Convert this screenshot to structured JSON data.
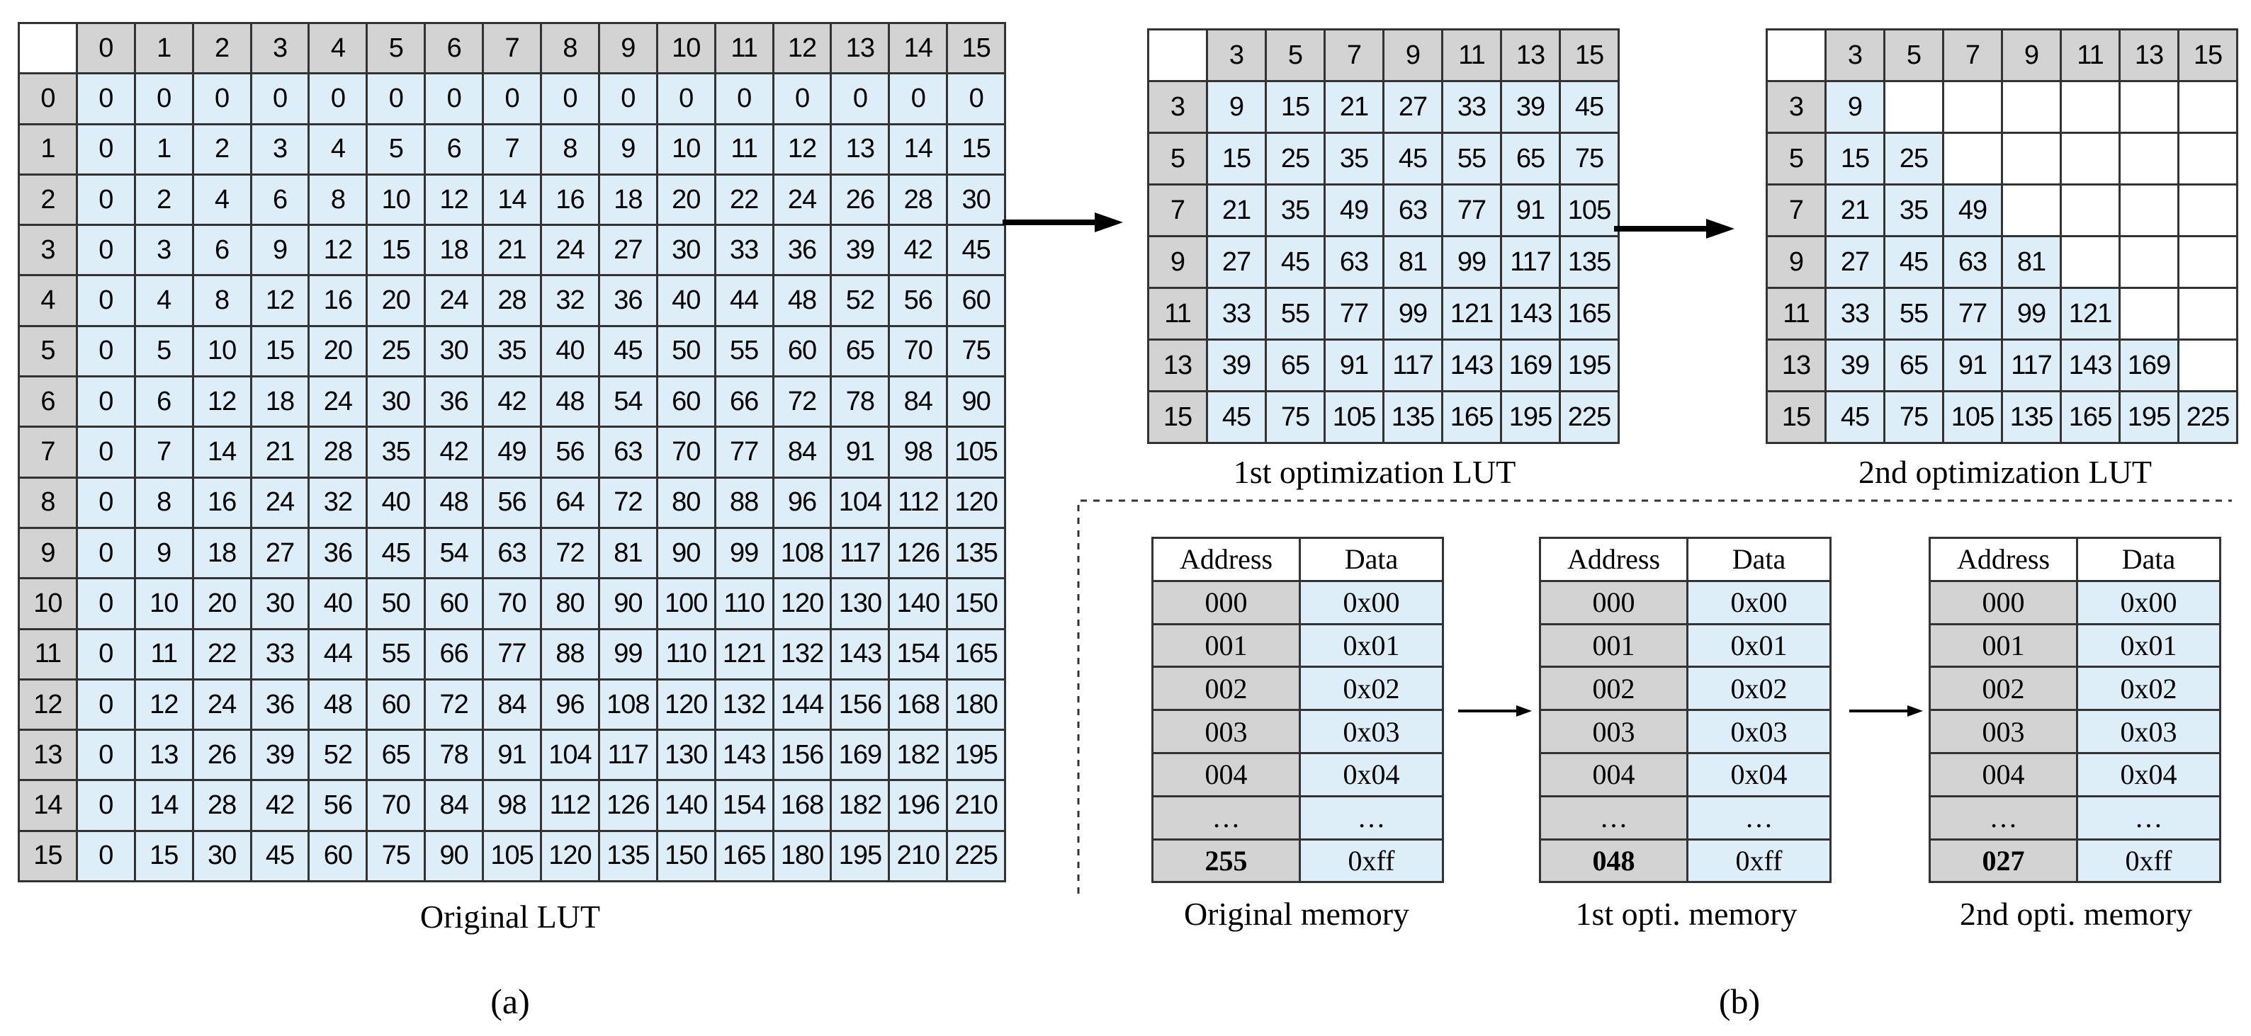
{
  "original_lut": {
    "caption": "Original LUT",
    "headers": [
      "0",
      "1",
      "2",
      "3",
      "4",
      "5",
      "6",
      "7",
      "8",
      "9",
      "10",
      "11",
      "12",
      "13",
      "14",
      "15"
    ],
    "rows": [
      [
        "0",
        "0",
        "0",
        "0",
        "0",
        "0",
        "0",
        "0",
        "0",
        "0",
        "0",
        "0",
        "0",
        "0",
        "0",
        "0"
      ],
      [
        "0",
        "1",
        "2",
        "3",
        "4",
        "5",
        "6",
        "7",
        "8",
        "9",
        "10",
        "11",
        "12",
        "13",
        "14",
        "15"
      ],
      [
        "0",
        "2",
        "4",
        "6",
        "8",
        "10",
        "12",
        "14",
        "16",
        "18",
        "20",
        "22",
        "24",
        "26",
        "28",
        "30"
      ],
      [
        "0",
        "3",
        "6",
        "9",
        "12",
        "15",
        "18",
        "21",
        "24",
        "27",
        "30",
        "33",
        "36",
        "39",
        "42",
        "45"
      ],
      [
        "0",
        "4",
        "8",
        "12",
        "16",
        "20",
        "24",
        "28",
        "32",
        "36",
        "40",
        "44",
        "48",
        "52",
        "56",
        "60"
      ],
      [
        "0",
        "5",
        "10",
        "15",
        "20",
        "25",
        "30",
        "35",
        "40",
        "45",
        "50",
        "55",
        "60",
        "65",
        "70",
        "75"
      ],
      [
        "0",
        "6",
        "12",
        "18",
        "24",
        "30",
        "36",
        "42",
        "48",
        "54",
        "60",
        "66",
        "72",
        "78",
        "84",
        "90"
      ],
      [
        "0",
        "7",
        "14",
        "21",
        "28",
        "35",
        "42",
        "49",
        "56",
        "63",
        "70",
        "77",
        "84",
        "91",
        "98",
        "105"
      ],
      [
        "0",
        "8",
        "16",
        "24",
        "32",
        "40",
        "48",
        "56",
        "64",
        "72",
        "80",
        "88",
        "96",
        "104",
        "112",
        "120"
      ],
      [
        "0",
        "9",
        "18",
        "27",
        "36",
        "45",
        "54",
        "63",
        "72",
        "81",
        "90",
        "99",
        "108",
        "117",
        "126",
        "135"
      ],
      [
        "0",
        "10",
        "20",
        "30",
        "40",
        "50",
        "60",
        "70",
        "80",
        "90",
        "100",
        "110",
        "120",
        "130",
        "140",
        "150"
      ],
      [
        "0",
        "11",
        "22",
        "33",
        "44",
        "55",
        "66",
        "77",
        "88",
        "99",
        "110",
        "121",
        "132",
        "143",
        "154",
        "165"
      ],
      [
        "0",
        "12",
        "24",
        "36",
        "48",
        "60",
        "72",
        "84",
        "96",
        "108",
        "120",
        "132",
        "144",
        "156",
        "168",
        "180"
      ],
      [
        "0",
        "13",
        "26",
        "39",
        "52",
        "65",
        "78",
        "91",
        "104",
        "117",
        "130",
        "143",
        "156",
        "169",
        "182",
        "195"
      ],
      [
        "0",
        "14",
        "28",
        "42",
        "56",
        "70",
        "84",
        "98",
        "112",
        "126",
        "140",
        "154",
        "168",
        "182",
        "196",
        "210"
      ],
      [
        "0",
        "15",
        "30",
        "45",
        "60",
        "75",
        "90",
        "105",
        "120",
        "135",
        "150",
        "165",
        "180",
        "195",
        "210",
        "225"
      ]
    ]
  },
  "first_lut": {
    "caption": "1st optimization LUT",
    "headers": [
      "3",
      "5",
      "7",
      "9",
      "11",
      "13",
      "15"
    ],
    "rows": [
      [
        "9",
        "15",
        "21",
        "27",
        "33",
        "39",
        "45"
      ],
      [
        "15",
        "25",
        "35",
        "45",
        "55",
        "65",
        "75"
      ],
      [
        "21",
        "35",
        "49",
        "63",
        "77",
        "91",
        "105"
      ],
      [
        "27",
        "45",
        "63",
        "81",
        "99",
        "117",
        "135"
      ],
      [
        "33",
        "55",
        "77",
        "99",
        "121",
        "143",
        "165"
      ],
      [
        "39",
        "65",
        "91",
        "117",
        "143",
        "169",
        "195"
      ],
      [
        "45",
        "75",
        "105",
        "135",
        "165",
        "195",
        "225"
      ]
    ]
  },
  "second_lut": {
    "caption": "2nd optimization LUT",
    "headers": [
      "3",
      "5",
      "7",
      "9",
      "11",
      "13",
      "15"
    ],
    "rows": [
      [
        "9"
      ],
      [
        "15",
        "25"
      ],
      [
        "21",
        "35",
        "49"
      ],
      [
        "27",
        "45",
        "63",
        "81"
      ],
      [
        "33",
        "55",
        "77",
        "99",
        "121"
      ],
      [
        "39",
        "65",
        "91",
        "117",
        "143",
        "169"
      ],
      [
        "45",
        "75",
        "105",
        "135",
        "165",
        "195",
        "225"
      ]
    ]
  },
  "memories": [
    {
      "caption": "Original memory",
      "header": [
        "Address",
        "Data"
      ],
      "rows": [
        [
          "000",
          "0x00"
        ],
        [
          "001",
          "0x01"
        ],
        [
          "002",
          "0x02"
        ],
        [
          "003",
          "0x03"
        ],
        [
          "004",
          "0x04"
        ],
        [
          "…",
          "…"
        ]
      ],
      "last": [
        "255",
        "0xff"
      ]
    },
    {
      "caption": "1st  opti. memory",
      "header": [
        "Address",
        "Data"
      ],
      "rows": [
        [
          "000",
          "0x00"
        ],
        [
          "001",
          "0x01"
        ],
        [
          "002",
          "0x02"
        ],
        [
          "003",
          "0x03"
        ],
        [
          "004",
          "0x04"
        ],
        [
          "…",
          "…"
        ]
      ],
      "last": [
        "048",
        "0xff"
      ]
    },
    {
      "caption": "2nd  opti. memory",
      "header": [
        "Address",
        "Data"
      ],
      "rows": [
        [
          "000",
          "0x00"
        ],
        [
          "001",
          "0x01"
        ],
        [
          "002",
          "0x02"
        ],
        [
          "003",
          "0x03"
        ],
        [
          "004",
          "0x04"
        ],
        [
          "…",
          "…"
        ]
      ],
      "last": [
        "027",
        "0xff"
      ]
    }
  ],
  "labels": {
    "a": "(a)",
    "b": "(b)"
  }
}
